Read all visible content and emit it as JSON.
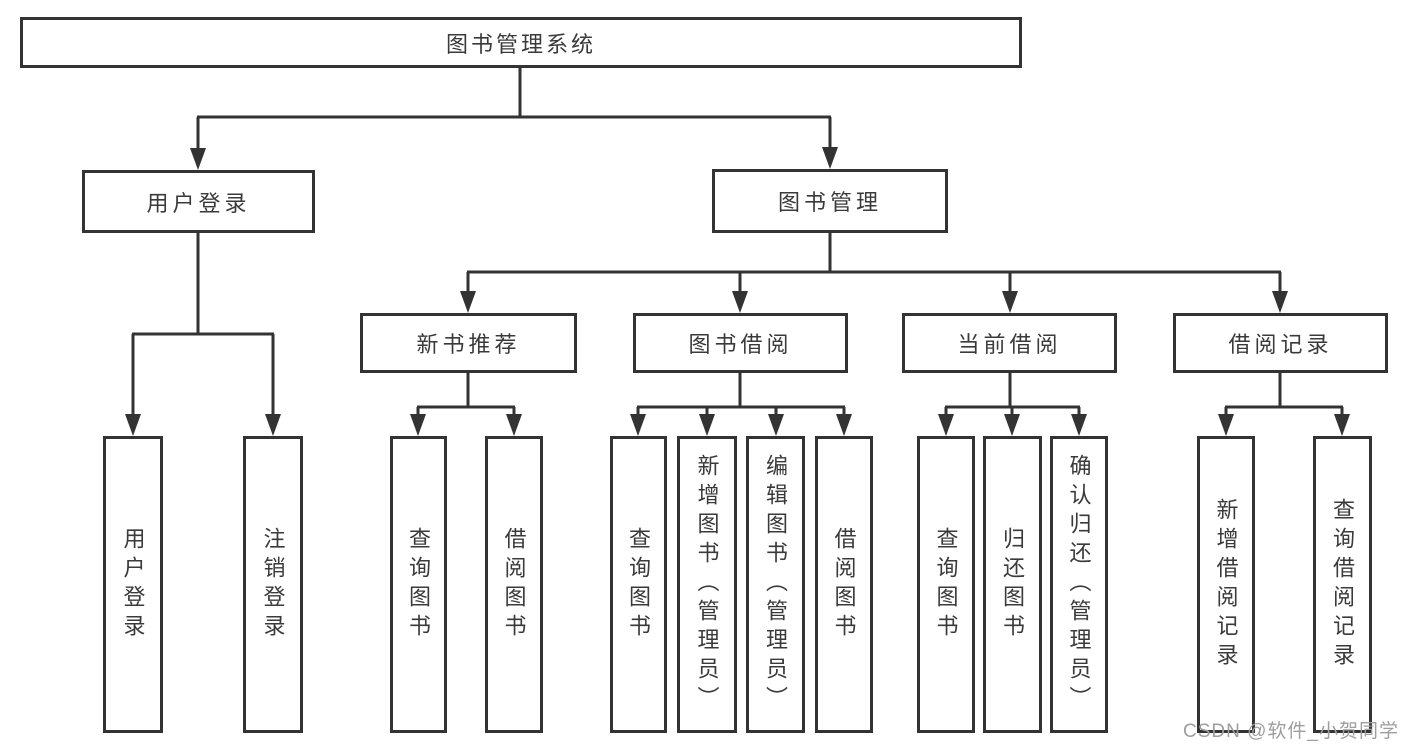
{
  "diagram_type": "hierarchy-tree",
  "colors": {
    "line": "#333333",
    "box_border": "#333333",
    "text": "#3a3a3a",
    "watermark": "#9e9e9e",
    "background": "#ffffff"
  },
  "watermark": "CSDN @软件_小贺同学",
  "tree": {
    "root": {
      "label": "图书管理系统",
      "children": [
        {
          "label": "用户登录",
          "children": [
            {
              "label": "用户登录"
            },
            {
              "label": "注销登录"
            }
          ]
        },
        {
          "label": "图书管理",
          "children": [
            {
              "label": "新书推荐",
              "children": [
                {
                  "label": "查询图书"
                },
                {
                  "label": "借阅图书"
                }
              ]
            },
            {
              "label": "图书借阅",
              "children": [
                {
                  "label": "查询图书"
                },
                {
                  "label": "新增图书（管理员）"
                },
                {
                  "label": "编辑图书（管理员）"
                },
                {
                  "label": "借阅图书"
                }
              ]
            },
            {
              "label": "当前借阅",
              "children": [
                {
                  "label": "查询图书"
                },
                {
                  "label": "归还图书"
                },
                {
                  "label": "确认归还（管理员）"
                }
              ]
            },
            {
              "label": "借阅记录",
              "children": [
                {
                  "label": "新增借阅记录"
                },
                {
                  "label": "查询借阅记录"
                }
              ]
            }
          ]
        }
      ]
    }
  }
}
